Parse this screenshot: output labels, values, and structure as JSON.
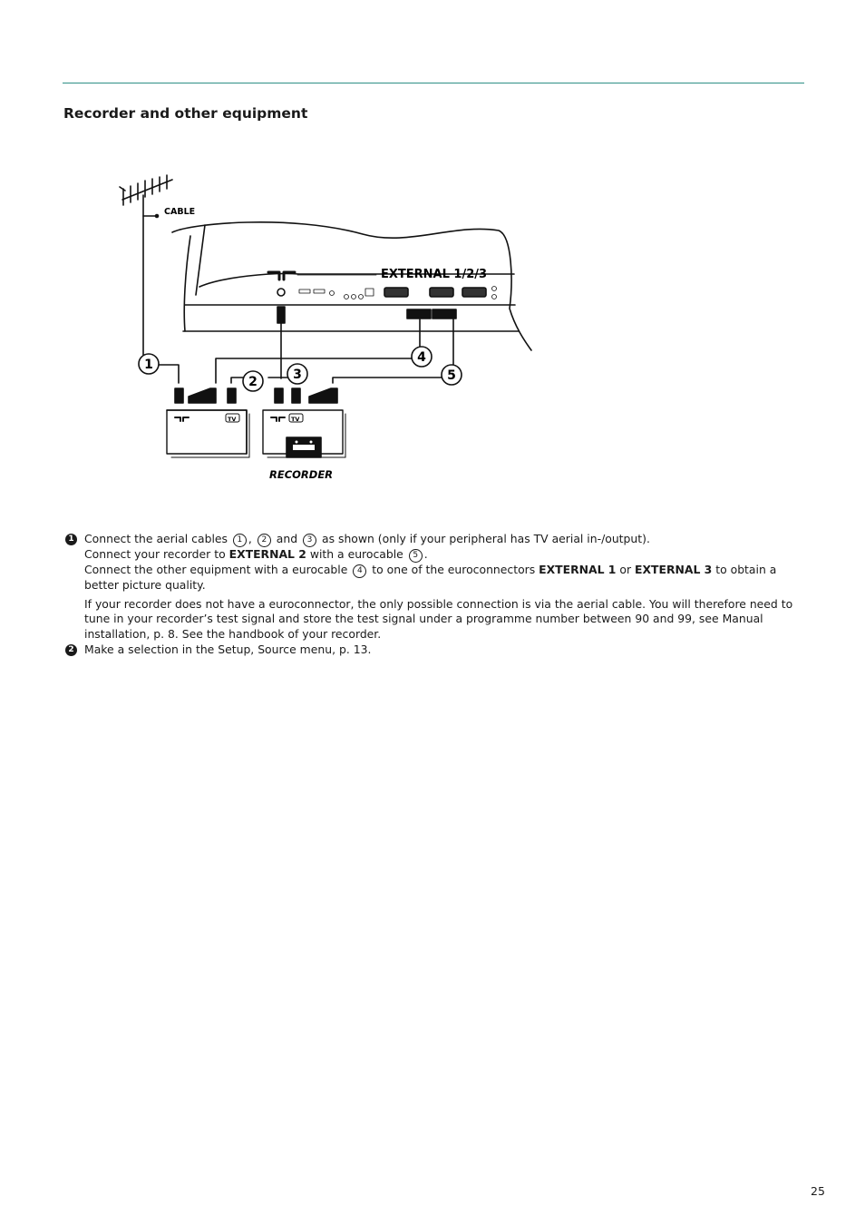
{
  "header": {
    "title": "Recorder and other equipment"
  },
  "diagram": {
    "cable_label": "CABLE",
    "external_label": "EXTERNAL 1/2/3",
    "recorder_label": "RECORDER",
    "tv_badge": "TV",
    "callouts": [
      "1",
      "2",
      "3",
      "4",
      "5"
    ],
    "icons": [
      "antenna-icon",
      "tv-rear-panel",
      "device-box",
      "recorder-box",
      "scart-plug-icon",
      "aerial-plug-icon"
    ]
  },
  "steps": [
    {
      "number": "1",
      "line1": {
        "prefix": "Connect the aerial cables",
        "c1": "1",
        "sep1": ",",
        "c2": "2",
        "and": "and",
        "c3": "3",
        "suffix": "as shown (only if your peripheral has TV aerial in-/output)."
      },
      "line2": {
        "prefix": "Connect your recorder to",
        "bold": "EXTERNAL 2",
        "mid": "with a eurocable",
        "c": "5",
        "end": "."
      },
      "line3": {
        "prefix": "Connect the other equipment with a eurocable",
        "c": "4",
        "mid": "to one of the euroconnectors",
        "bold1": "EXTERNAL 1",
        "or": "or",
        "bold2": "EXTERNAL 3",
        "suffix": "to obtain a better picture quality."
      },
      "para2": "If your recorder does not have a euroconnector, the only possible connection is via the aerial cable. You will therefore need to tune in your recorder’s test signal and store the test signal under a programme number between 90 and 99, see Manual installation, p. 8. See the handbook of your recorder."
    },
    {
      "number": "2",
      "text": "Make a selection in the Setup, Source menu, p. 13."
    }
  ],
  "footer": {
    "page_number": "25"
  }
}
